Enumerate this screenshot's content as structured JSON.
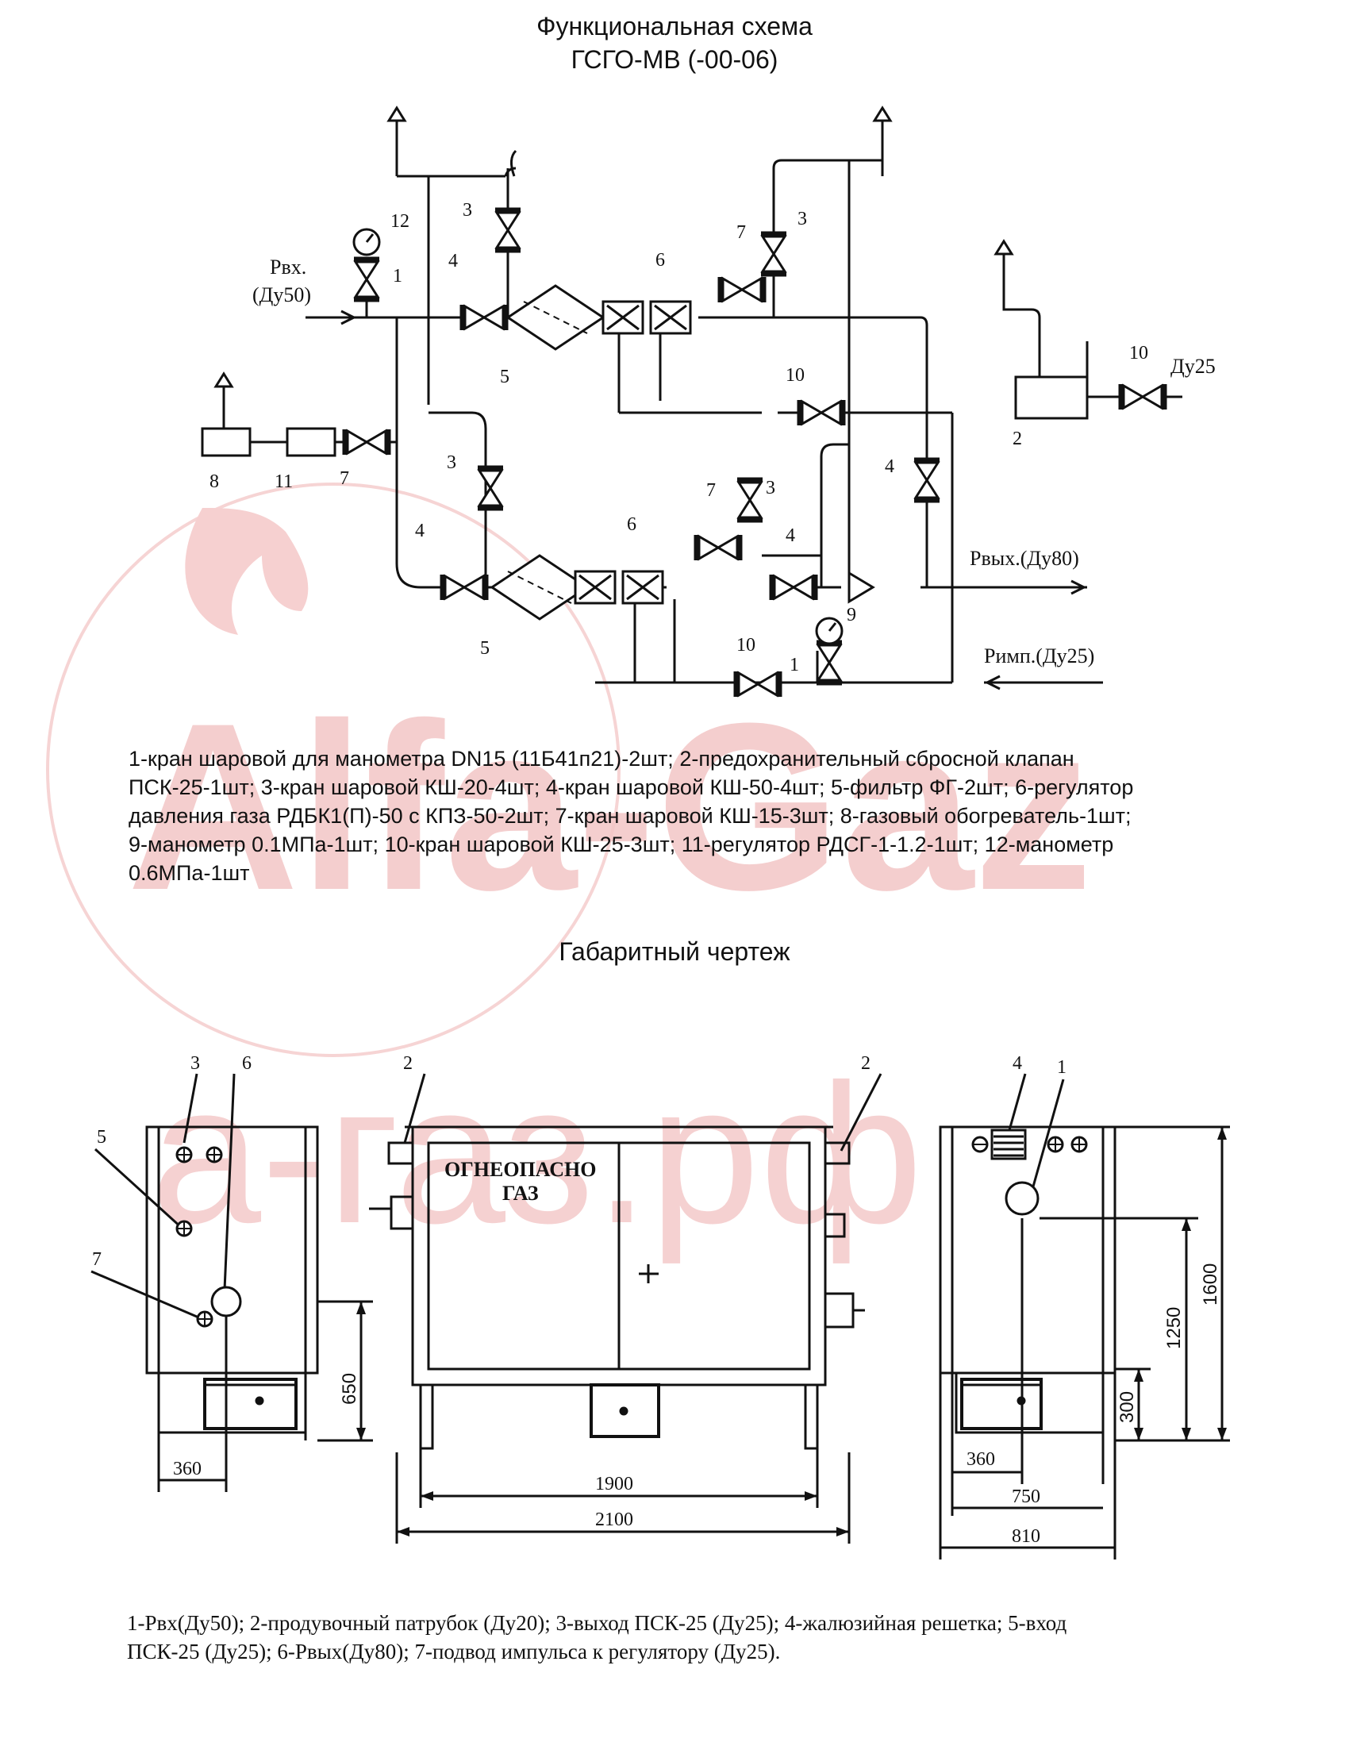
{
  "header": {
    "title_line1": "Функциональная схема",
    "title_line2": "ГСГО-МВ (-00-06)"
  },
  "watermark": {
    "brand": "Alfa-Gaz",
    "domain": "а-газ.рф",
    "color": "#f3c6c6"
  },
  "scheme": {
    "inlet_label": "Рвх.",
    "inlet_size": "(Ду50)",
    "outlet_label": "Рвых.(Ду80)",
    "impulse_label": "Римп.(Ду25)",
    "psk_inlet_label": "Ду25",
    "numbers": {
      "n1": "1",
      "n2": "2",
      "n3": "3",
      "n4": "4",
      "n5": "5",
      "n6": "6",
      "n7": "7",
      "n8": "8",
      "n9": "9",
      "n10": "10",
      "n11": "11",
      "n12": "12"
    }
  },
  "legend_scheme": {
    "line1": "1-кран шаровой для манометра DN15 (11Б41п21)-2шт; 2-предохранительный сбросной клапан",
    "line2": "ПСК-25-1шт; 3-кран шаровой КШ-20-4шт; 4-кран шаровой КШ-50-4шт; 5-фильтр ФГ-2шт; 6-регулятор",
    "line3": "давления газа РДБК1(П)-50 с КПЗ-50-2шт; 7-кран шаровой КШ-15-3шт; 8-газовый обогреватель-1шт;",
    "line4": "9-манометр 0.1МПа-1шт; 10-кран шаровой КШ-25-3шт; 11-регулятор РДСГ-1-1.2-1шт; 12-манометр",
    "line5": "0.6МПа-1шт"
  },
  "drawing": {
    "title": "Габаритный чертеж",
    "door_text_line1": "ОГНЕОПАСНО",
    "door_text_line2": "ГАЗ",
    "callouts": {
      "c1": "1",
      "c2": "2",
      "c3": "3",
      "c4": "4",
      "c5": "5",
      "c6": "6",
      "c7": "7"
    },
    "dimensions": {
      "left_height": "650",
      "left_width": "360",
      "front_inner": "1900",
      "front_outer": "2100",
      "right_width_a": "360",
      "right_width_b": "750",
      "right_width_c": "810",
      "right_h_300": "300",
      "right_h_1250": "1250",
      "right_h_1600": "1600"
    }
  },
  "legend_drawing": {
    "line1": "1-Рвх(Ду50); 2-продувочный патрубок (Ду20); 3-выход ПСК-25 (Ду25); 4-жалюзийная решетка; 5-вход",
    "line2": "ПСК-25 (Ду25); 6-Рвых(Ду80); 7-подвод импульса к регулятору (Ду25)."
  }
}
